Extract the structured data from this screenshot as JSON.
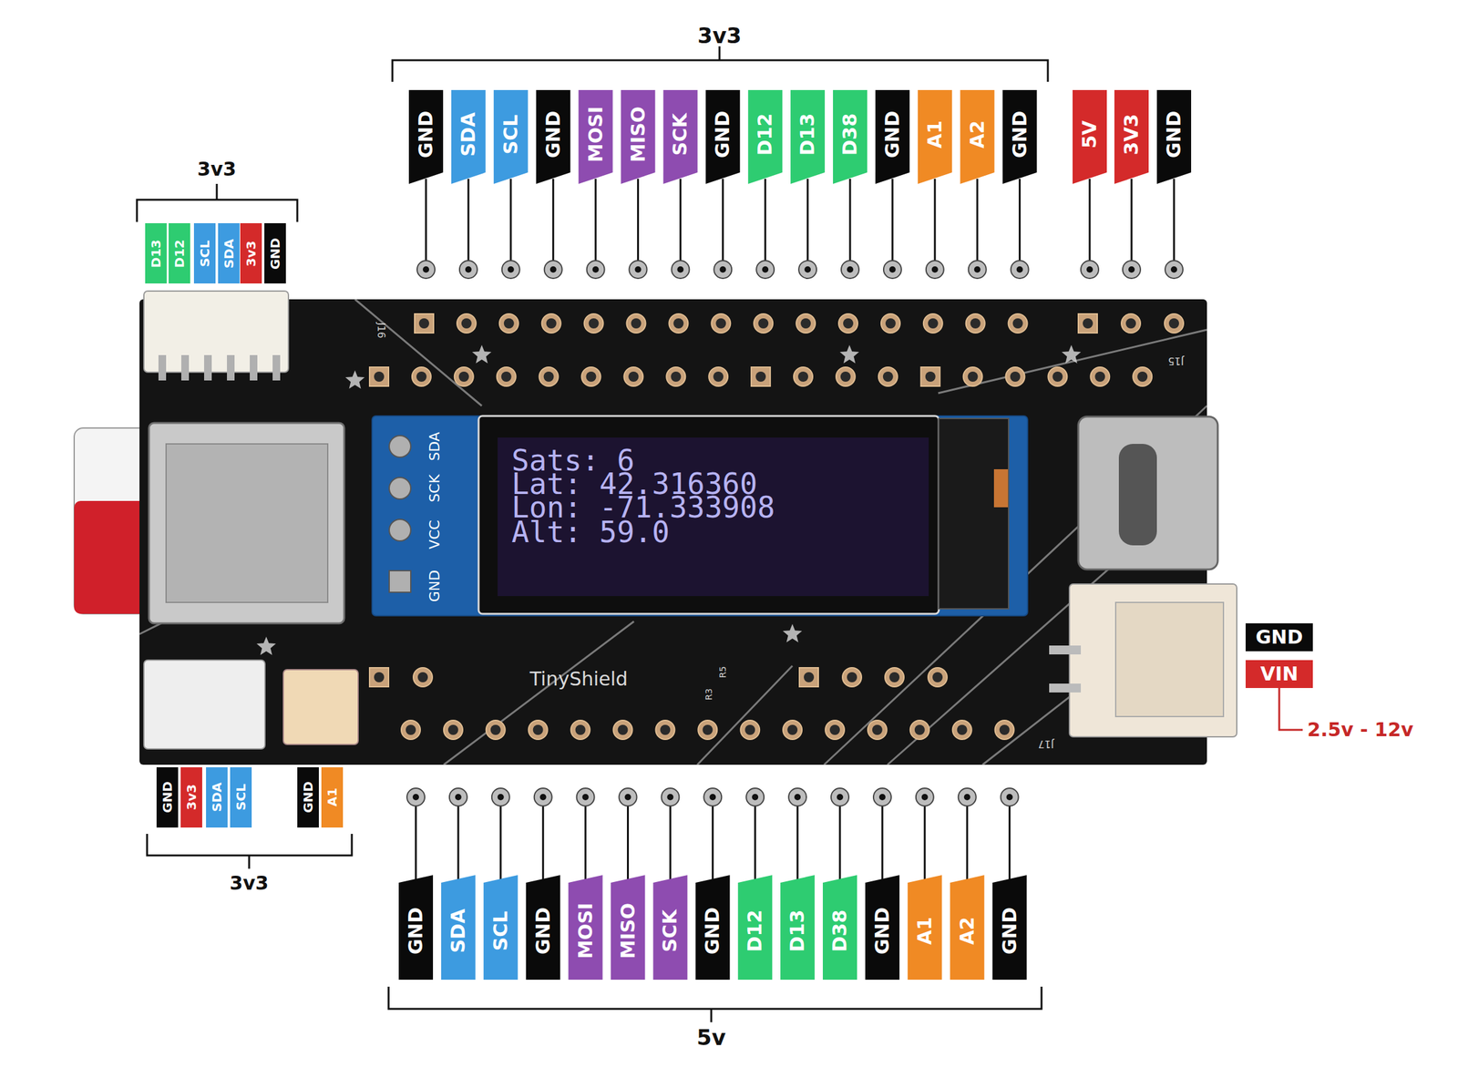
{
  "diagram": {
    "labels": [
      "3v3",
      "3v3",
      "GND",
      "SDA",
      "SCL",
      "GND",
      "MOSI",
      "MISO",
      "SCK",
      "GND",
      "D12",
      "D13",
      "D38",
      "GND",
      "A1",
      "A2",
      "GND",
      "5V",
      "3V3",
      "GND",
      "D13",
      "D12",
      "SCL",
      "SDA",
      "3v3",
      "GND",
      "J16",
      "J15",
      "SDA",
      "SCK",
      "VCC",
      "GND",
      "Sats: 6",
      "Lat: 42.316360",
      "Lon: -71.333908",
      "Alt: 59.0",
      "TinyShield",
      "R3",
      "R5",
      "J17",
      "GND",
      "VIN",
      "2.5v - 12v",
      "GND",
      "3v3",
      "SDA",
      "SCL",
      "GND",
      "A1",
      "3v3",
      "GND",
      "SDA",
      "SCL",
      "GND",
      "MOSI",
      "MISO",
      "SCK",
      "GND",
      "D12",
      "D13",
      "D38",
      "GND",
      "A1",
      "A2",
      "GND",
      "5v"
    ]
  }
}
